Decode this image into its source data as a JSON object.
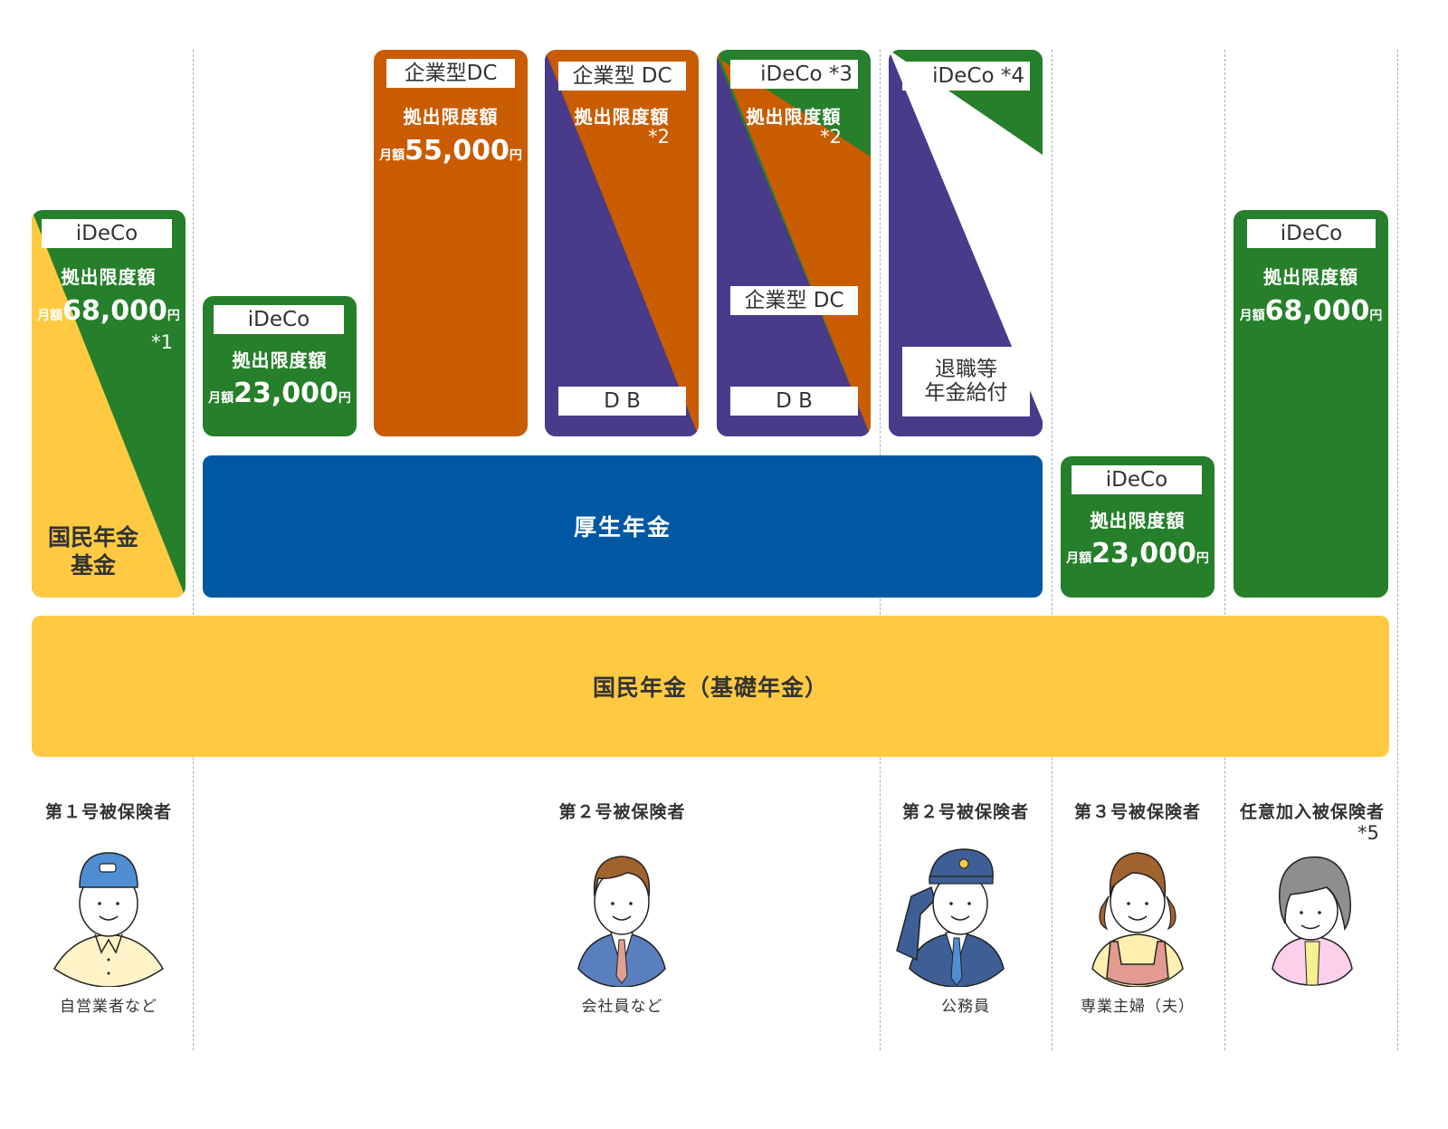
{
  "colors": {
    "green": "#267f2a",
    "orange": "#c95c00",
    "purple": "#4a3a8a",
    "blue": "#0058a3",
    "yellow": "#ffca42",
    "dash": "#9fb0ba",
    "text": "#333333"
  },
  "columns": [
    {
      "id": "type1",
      "boxes": {
        "ideco_label": "iDeCo",
        "limit_heading": "拠出限度額",
        "amount_prefix": "月額",
        "amount": "68,000",
        "amount_suffix": "円",
        "note": "*1",
        "fund_label_line1": "国民年金",
        "fund_label_line2": "基金"
      },
      "category": "第１号被保険者",
      "subtitle": "自営業者など",
      "person_icon": "self-employed-person-icon"
    },
    {
      "id": "type2-no-corp",
      "boxes": {
        "ideco_label": "iDeCo",
        "limit_heading": "拠出限度額",
        "amount_prefix": "月額",
        "amount": "23,000",
        "amount_suffix": "円"
      }
    },
    {
      "id": "type2-dc-only",
      "boxes": {
        "dc_label": "企業型DC",
        "limit_heading": "拠出限度額",
        "amount_prefix": "月額",
        "amount": "55,000",
        "amount_suffix": "円"
      }
    },
    {
      "id": "type2-dc-db",
      "boxes": {
        "dc_label": "企業型 DC",
        "limit_heading": "拠出限度額",
        "note": "*2",
        "db_label": "D B"
      }
    },
    {
      "id": "type2-ideco-dc-db",
      "boxes": {
        "ideco_label": "iDeCo *3",
        "limit_heading": "拠出限度額",
        "note": "*2",
        "dc_label": "企業型 DC",
        "db_label": "D B"
      }
    },
    {
      "id": "type2-civil",
      "boxes": {
        "ideco_label": "iDeCo *4",
        "retire_label_line1": "退職等",
        "retire_label_line2": "年金給付"
      },
      "category": "第２号被保険者",
      "subtitle": "公務員",
      "person_icon": "civil-servant-person-icon"
    },
    {
      "id": "type3",
      "boxes": {
        "ideco_label": "iDeCo",
        "limit_heading": "拠出限度額",
        "amount_prefix": "月額",
        "amount": "23,000",
        "amount_suffix": "円"
      },
      "category": "第３号被保険者",
      "subtitle": "専業主婦（夫）",
      "person_icon": "homemaker-person-icon"
    },
    {
      "id": "voluntary",
      "boxes": {
        "ideco_label": "iDeCo",
        "limit_heading": "拠出限度額",
        "amount_prefix": "月額",
        "amount": "68,000",
        "amount_suffix": "円"
      },
      "category": "任意加入被保険者",
      "category_note": "*5",
      "person_icon": "elderly-woman-person-icon"
    }
  ],
  "employee_group": {
    "category": "第２号被保険者",
    "subtitle": "会社員など",
    "person_icon": "office-worker-person-icon"
  },
  "bands": {
    "kosei": "厚生年金",
    "kokumin": "国民年金（基礎年金）"
  }
}
